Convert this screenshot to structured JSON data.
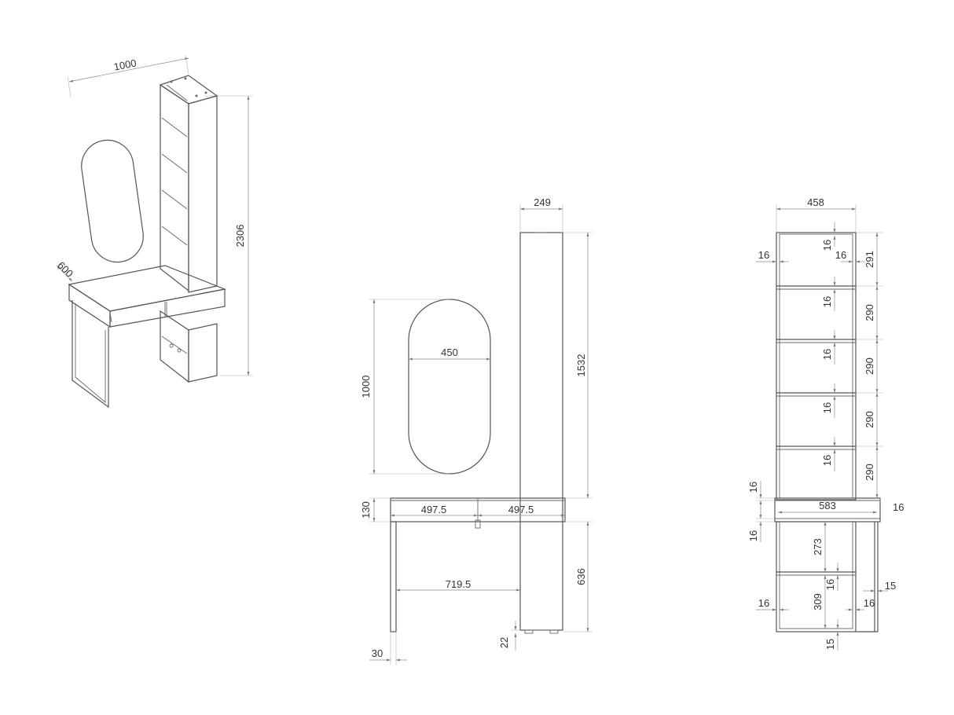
{
  "colors": {
    "line": "#555555",
    "dimension": "#8a8a8a",
    "text": "#333333",
    "background": "#ffffff"
  },
  "isometric": {
    "width": "1000",
    "depth": "600",
    "height": "2306"
  },
  "front": {
    "tower_width": "249",
    "tower_height": "1532",
    "mirror_height": "1000",
    "mirror_width": "450",
    "top_thickness": "130",
    "drawer_left": "497.5",
    "drawer_right": "497.5",
    "leg_height": "636",
    "leg_span": "719.5",
    "leg_width": "30",
    "foot_height": "22"
  },
  "side": {
    "width": "458",
    "panel": "16",
    "shelf_1": "291",
    "shelf_2": "290",
    "shelf_3": "290",
    "shelf_4": "290",
    "shelf_5": "290",
    "drawer_width": "583",
    "lower_1": "273",
    "lower_2": "309",
    "leg": "15"
  }
}
